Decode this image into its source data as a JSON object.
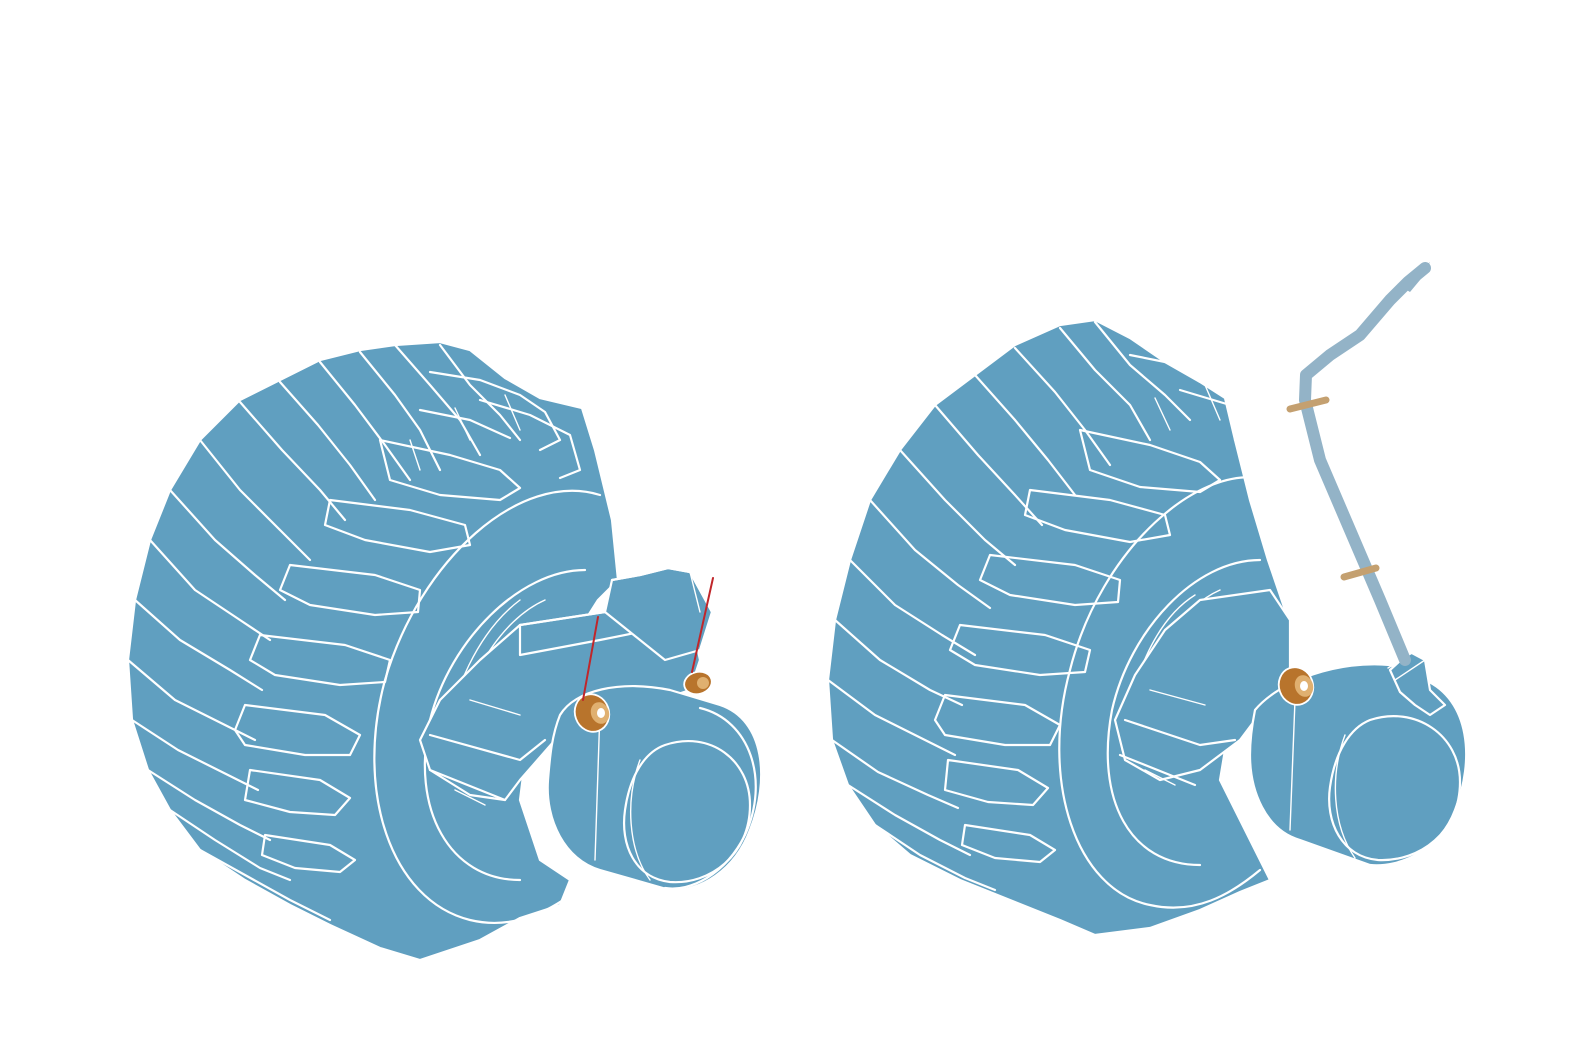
{
  "figure": {
    "panels": [
      {
        "name": "wheel-assembly-with-fittings",
        "fitting_count": 2,
        "wire_count": 2
      },
      {
        "name": "wheel-assembly-with-hose",
        "fitting_count": 1,
        "hose_clamp_count": 2
      }
    ]
  },
  "colors": {
    "background": "#ffffff",
    "body": "#609fc0",
    "outline": "#ffffff",
    "fitting": "#b8742c",
    "fitting_highlight": "#e0b070",
    "wire": "#c0262a",
    "hose": "#93b3c7",
    "hose_clamp": "#c4a070"
  }
}
